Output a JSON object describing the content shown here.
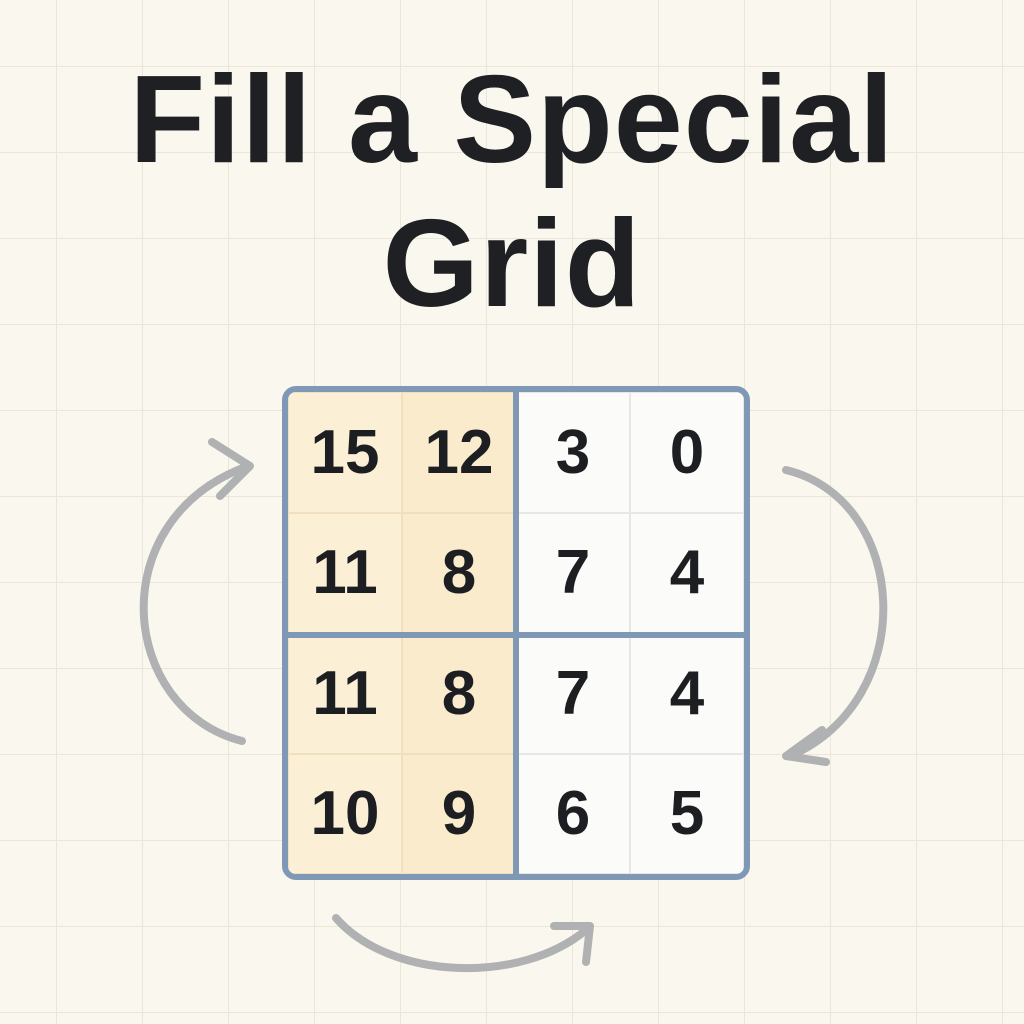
{
  "title": {
    "line1": "Fill a Special",
    "line2": "Grid"
  },
  "grid": {
    "rows": [
      [
        "15",
        "12",
        "3",
        "0"
      ],
      [
        "11",
        "8",
        "7",
        "4"
      ],
      [
        "11",
        "8",
        "7",
        "4"
      ],
      [
        "10",
        "9",
        "6",
        "5"
      ]
    ]
  },
  "colors": {
    "background": "#faf7ef",
    "frame": "#7f98b6",
    "highlight_quadrants": "#fbefd6",
    "arrow": "#b0b1b2",
    "text": "#1c1e22"
  },
  "icons": [
    "left-curved-arrow-icon",
    "right-curved-arrow-icon",
    "bottom-curved-arrow-icon"
  ]
}
